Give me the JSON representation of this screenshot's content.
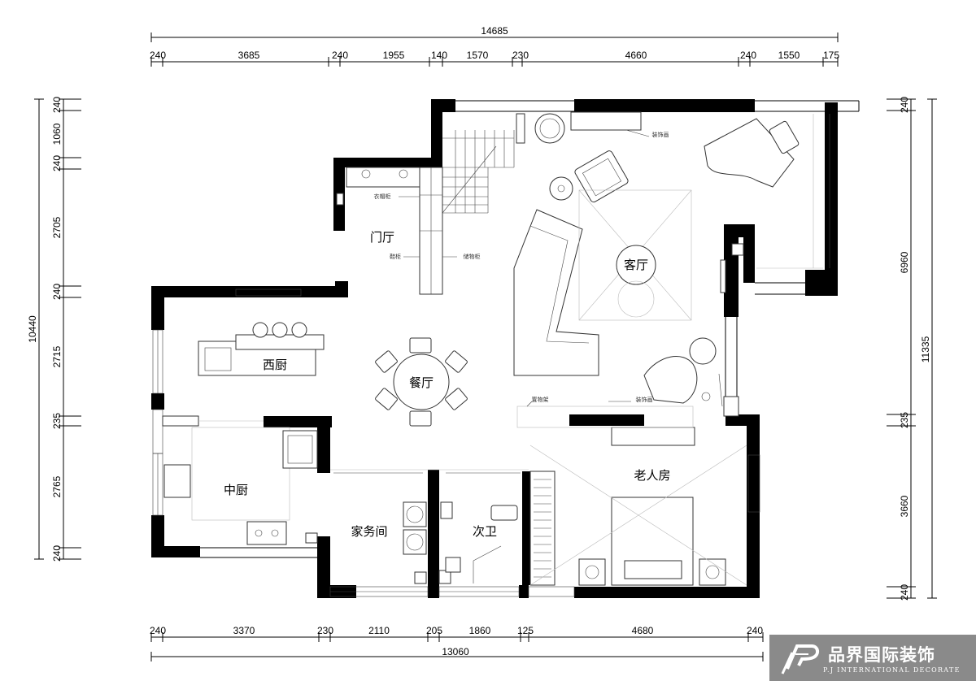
{
  "top_dims": {
    "total": "14685",
    "segments": [
      "240",
      "3685",
      "240",
      "1955",
      "140",
      "1570",
      "230",
      "4660",
      "240",
      "1550",
      "175"
    ]
  },
  "bottom_dims": {
    "total": "13060",
    "segments": [
      "240",
      "3370",
      "230",
      "2110",
      "205",
      "1860",
      "125",
      "4680",
      "240"
    ]
  },
  "left_dims": {
    "total": "10440",
    "segments": [
      "240",
      "1060",
      "240",
      "2705",
      "240",
      "2715",
      "235",
      "2765",
      "240"
    ]
  },
  "right_dims": {
    "total": "11335",
    "segments": [
      "240",
      "6960",
      "235",
      "3660",
      "240"
    ]
  },
  "rooms": {
    "entrance": "门厅",
    "living": "客厅",
    "dining": "餐厅",
    "western_kitchen": "西厨",
    "chinese_kitchen": "中厨",
    "laundry": "家务间",
    "bathroom": "次卫",
    "elder_bedroom": "老人房"
  },
  "notes": {
    "coat_cabinet": "衣帽柜",
    "shoe_cabinet": "鞋柜",
    "storage_cabinet": "储物柜",
    "decor_painting_top": "装饰画",
    "shelf": "置物架",
    "decor_painting_bottom": "装饰画"
  },
  "logo": {
    "name": "品界国际装饰",
    "tagline": "P.J INTERNATIONAL DECORATE"
  },
  "colors": {
    "wall": "#000000",
    "logo_bg": "#8a8a8a"
  }
}
